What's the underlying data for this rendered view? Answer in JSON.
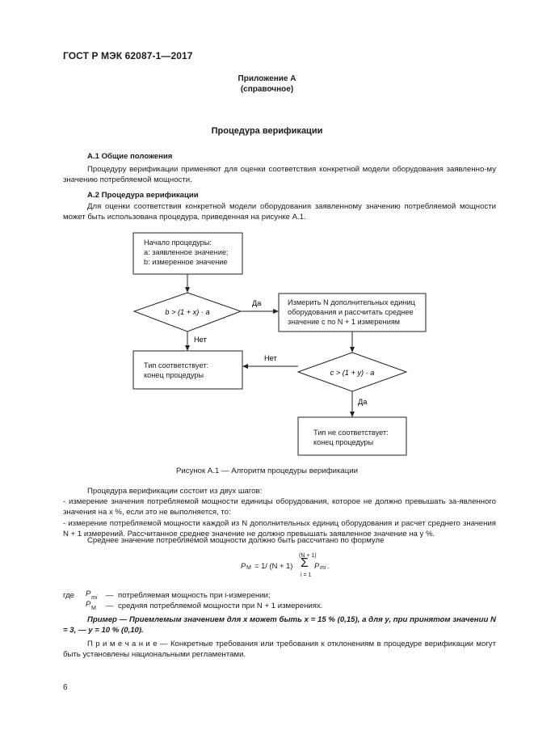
{
  "header": {
    "standard_code": "ГОСТ Р МЭК 62087-1—2017"
  },
  "annex": {
    "title": "Приложение А",
    "type": "(справочное)"
  },
  "main_title": "Процедура верификации",
  "section_a1": {
    "heading": "А.1 Общие положения",
    "text": "Процедуру верификации применяют для оценки соответствия конкретной модели оборудования заявленно-му значению потребляемой мощности."
  },
  "section_a2": {
    "heading": "А.2 Процедура верификации",
    "text": "Для оценки соответствия конкретной модели оборудования заявленному значению потребляемой мощности может быть использована процедура, приведенная на рисунке А.1."
  },
  "flowchart": {
    "start_box": [
      "Начало процедуры:",
      "a: заявленное значение;",
      "b: измеренное значение"
    ],
    "decision1": "b > (1 + x) · a",
    "label_yes1": "Да",
    "label_no1": "Нет",
    "measure_box": [
      "Измерить N дополнительных единиц",
      "оборудования и рассчитать среднее",
      "значение c по N + 1 измерениям"
    ],
    "decision2": "c > (1 + y) · a",
    "label_no2": "Нет",
    "label_yes2": "Да",
    "pass_box": [
      "Тип соответствует:",
      "конец процедуры"
    ],
    "fail_box": [
      "Тип не соответствует:",
      "конец процедуры"
    ]
  },
  "figure_caption": "Рисунок А.1 — Алгоритм процедуры верификации",
  "steps": {
    "intro": "Процедура верификации состоит из двух шагов:",
    "step1": "- измерение значения потребляемой мощности единицы оборудования, которое не должно превышать за-явленного значения на x %, если это не выполняется, то:",
    "step2": "- измерение потребляемой мощности каждой из N дополнительных единиц оборудования и расчет среднего значения N + 1 измерений. Рассчитанное среднее значение не должно превышать заявленное значение на y %.",
    "formula_intro": "Среднее значение потребляемой мощности должно быть рассчитано по формуле"
  },
  "formula": {
    "lhs": "P",
    "lhs_sub": "M",
    "equals": "= 1/ (N + 1)",
    "sum_top": "(N + 1)",
    "sum_sign": "Σ",
    "sum_bottom": "i = 1",
    "term": "P",
    "term_sub": "mi",
    "end": "."
  },
  "legend": {
    "where": "где",
    "row1_symbol": "P",
    "row1_sub": "mi",
    "row1_dash": "—",
    "row1_text": "потребляемая мощность при i-измерении;",
    "row2_symbol": "P",
    "row2_sub": "M",
    "row2_dash": "—",
    "row2_text": "средняя потребляемой мощности при N + 1 измерениях."
  },
  "example": {
    "label": "Пример —",
    "text": "Приемлемым значением для x может быть x = 15 % (0,15), а для y, при принятом значении N = 3, — y = 10 % (0,10)."
  },
  "note": {
    "label": "П р и м е ч а н и е —",
    "text": "Конкретные требования или требования к отклонениям в процедуре верификации могут быть установлены национальными регламентами."
  },
  "page_number": "6"
}
